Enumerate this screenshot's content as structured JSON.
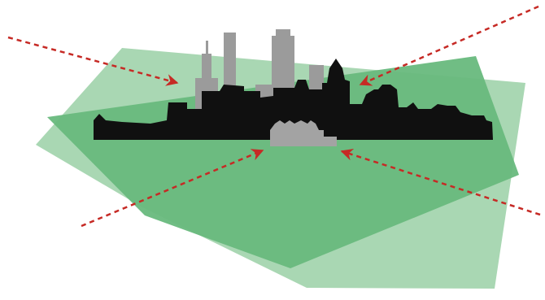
{
  "illustration": {
    "colors": {
      "background": "#ffffff",
      "back_plane": "#a9d7b3",
      "front_plane": "#68b97d",
      "skyline_foreground": "#101010",
      "skyline_background": "#9b9b9b",
      "highlight_buildings": "#a3a3a3",
      "arrow": "#c62a25"
    },
    "planes": [
      "back-plane",
      "front-plane"
    ],
    "arrows": [
      {
        "name": "arrow-top-left",
        "direction": "pointing-right-down"
      },
      {
        "name": "arrow-top-right",
        "direction": "pointing-left-down"
      },
      {
        "name": "arrow-bottom-left",
        "direction": "pointing-right-up"
      },
      {
        "name": "arrow-bottom-right",
        "direction": "pointing-left-up"
      }
    ]
  }
}
